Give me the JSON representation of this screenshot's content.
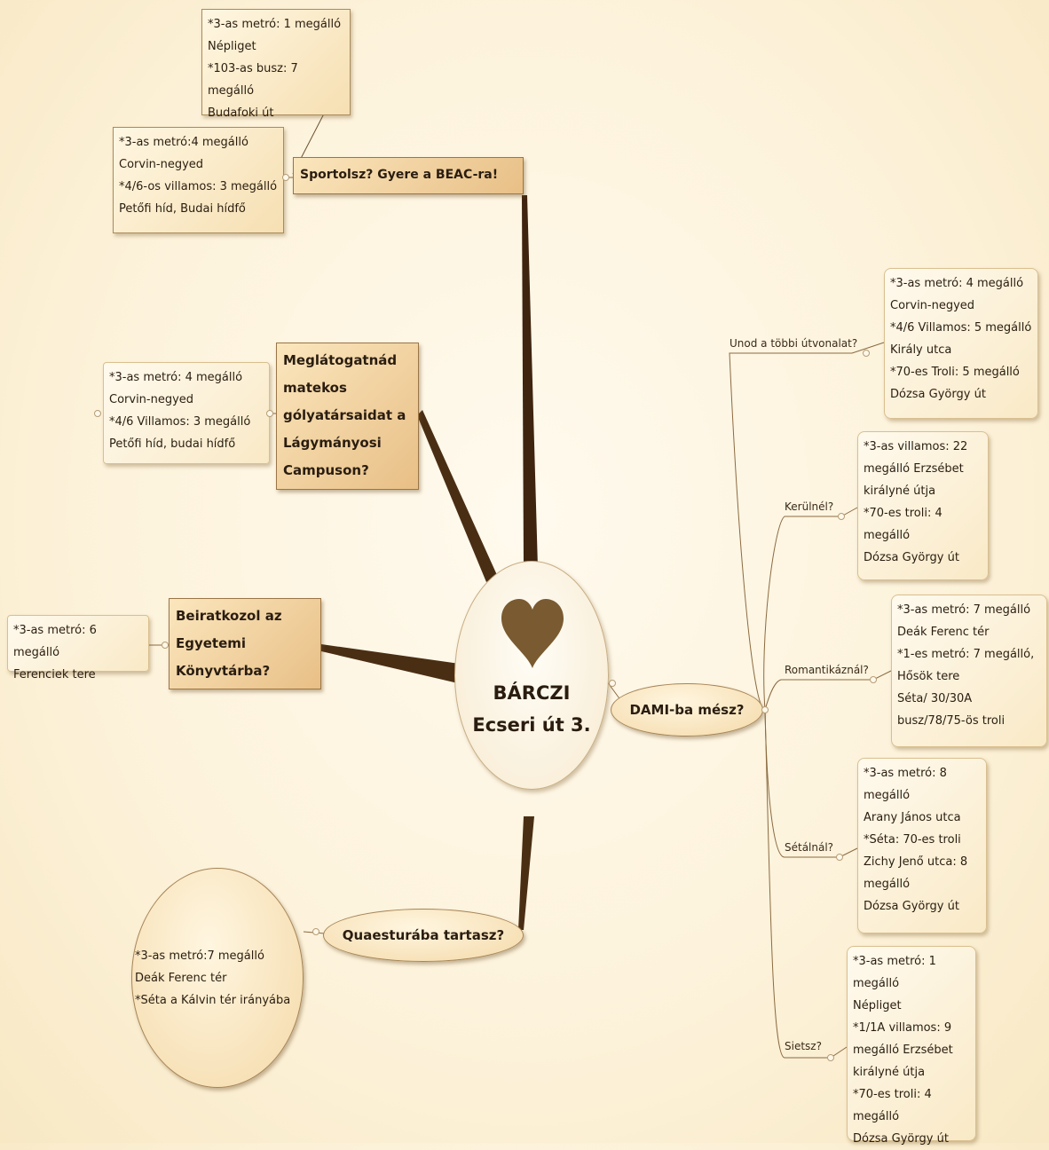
{
  "center": {
    "line1": "BÁRCZI",
    "line2": "Ecseri út 3."
  },
  "topics": {
    "beac": "Sportolsz? Gyere a BEAC-ra!",
    "lagymanyos": "Meglátogatnád\nmatekos\ngólyatársaidat a\nLágymányosi\nCampuson?",
    "konyvtar": "Beiratkozol az\nEgyetemi\nKönyvtárba?",
    "quaestura": "Quaesturába tartasz?",
    "dami": "DAMI-ba mész?"
  },
  "routes": {
    "beac_a": "*3-as metró: 1 megálló\nNépliget\n*103-as busz: 7 megálló\nBudafoki út",
    "beac_b": "*3-as metró:4 megálló\nCorvin-negyed\n*4/6-os villamos: 3 megálló\nPetőfi híd, Budai hídfő",
    "lagymanyos": "*3-as metró: 4 megálló\nCorvin-negyed\n*4/6 Villamos: 3 megálló\nPetőfi híd, budai hídfő",
    "konyvtar": "*3-as metró: 6 megálló\nFerenciek tere",
    "quaestura": "*3-as metró:7 megálló\nDeák Ferenc tér\n*Séta a Kálvin tér irányába",
    "dami_unod": "*3-as metró: 4 megálló\nCorvin-negyed\n*4/6 Villamos: 5 megálló\nKirály utca\n*70-es Troli: 5 megálló\nDózsa György út",
    "dami_kerulnel": "*3-as villamos: 22\nmegálló Erzsébet\nkirályné útja\n*70-es troli: 4 megálló\nDózsa György út",
    "dami_romantika": "*3-as metró: 7 megálló\nDeák Ferenc tér\n*1-es metró: 7 megálló,\nHősök tere\nSéta/ 30/30A\nbusz/78/75-ös troli",
    "dami_setalnal": "*3-as metró: 8 megálló\nArany János utca\n*Séta: 70-es troli\nZichy Jenő utca: 8\nmegálló\nDózsa György út",
    "dami_sietsz": "*3-as metró: 1 megálló\nNépliget\n*1/1A villamos: 9\nmegálló Erzsébet\nkirályné útja\n*70-es troli: 4 megálló\nDózsa György út"
  },
  "branch_labels": {
    "unod": "Unod a többi útvonalat?",
    "kerulnel": "Kerülnél?",
    "romantika": "Romantikáznál?",
    "setalnal": "Sétálnál?",
    "sietsz": "Sietsz?"
  },
  "colors": {
    "branch": "#4a2e14",
    "thin_line": "#8a6a40",
    "heart": "#7a5a30"
  }
}
